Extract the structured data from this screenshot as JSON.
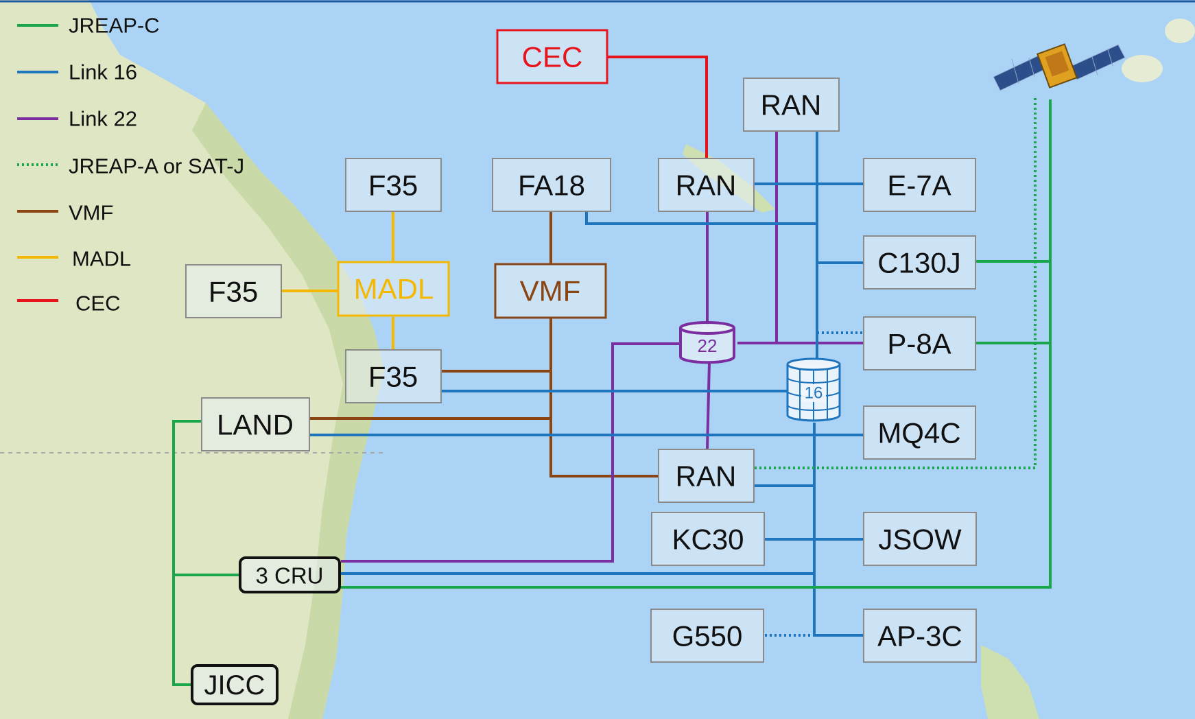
{
  "colors": {
    "jreap_c": "#1aa64a",
    "link16": "#1e74bd",
    "link22": "#7a2ea0",
    "vmf": "#8b4513",
    "madl": "#f5b800",
    "cec": "#e8141c",
    "sea": "#aad3f5",
    "land": "#dfe6c4"
  },
  "legend": {
    "jreap_c": "JREAP-C",
    "link16": "Link 16",
    "link22": "Link 22",
    "jreap_a": "JREAP-A or SAT-J",
    "vmf": "VMF",
    "madl": "MADL",
    "cec": "CEC"
  },
  "nodes": {
    "cec": "CEC",
    "ran_top": "RAN",
    "f35_top": "F35",
    "fa18": "FA18",
    "ran_mid": "RAN",
    "e7a": "E-7A",
    "c130j": "C130J",
    "f35_left": "F35",
    "madl": "MADL",
    "vmf": "VMF",
    "p8a": "P-8A",
    "f35_low": "F35",
    "land": "LAND",
    "mq4c": "MQ4C",
    "ran_low": "RAN",
    "kc30": "KC30",
    "jsow": "JSOW",
    "cru": "3 CRU",
    "g550": "G550",
    "ap3c": "AP-3C",
    "jicc": "JICC"
  },
  "hubs": {
    "link22": "22",
    "link16": "16"
  },
  "icons": {
    "satellite": "satellite-icon",
    "link22_hub": "database-icon",
    "link16_hub": "database-icon"
  }
}
